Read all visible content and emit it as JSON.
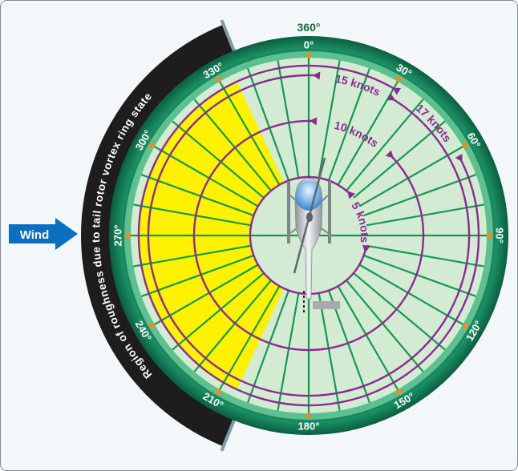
{
  "wind_label": "Wind",
  "region_label": "Region of roughness due to tail rotor vortex ring state",
  "top_heading_label": "360°",
  "heading_labels": [
    {
      "deg": 0,
      "text": "0°"
    },
    {
      "deg": 30,
      "text": "30°"
    },
    {
      "deg": 60,
      "text": "60°"
    },
    {
      "deg": 90,
      "text": "90°"
    },
    {
      "deg": 120,
      "text": "120°"
    },
    {
      "deg": 150,
      "text": "150°"
    },
    {
      "deg": 180,
      "text": "180°"
    },
    {
      "deg": 210,
      "text": "210°"
    },
    {
      "deg": 240,
      "text": "240°"
    },
    {
      "deg": 270,
      "text": "270°"
    },
    {
      "deg": 300,
      "text": "300°"
    },
    {
      "deg": 330,
      "text": "330°"
    }
  ],
  "speed_rings": [
    {
      "knots": 5,
      "text": "5 knots"
    },
    {
      "knots": 10,
      "text": "10 knots"
    },
    {
      "knots": 15,
      "text": "15 knots"
    },
    {
      "knots": 17,
      "text": "17 knots"
    }
  ],
  "roughness_sector_degrees": [
    205,
    335
  ],
  "colors": {
    "wind_arrow": "#0a6fc0",
    "ring_dark": "#0f7a55",
    "ring_light": "#5cc08f",
    "face": "#d3ead3",
    "spokes": "#139a4c",
    "speed_rings": "#8a2b92",
    "roughness_region": "#fff200",
    "tick_markers": "#f08a1c",
    "black_band": "#1e1c1c"
  }
}
